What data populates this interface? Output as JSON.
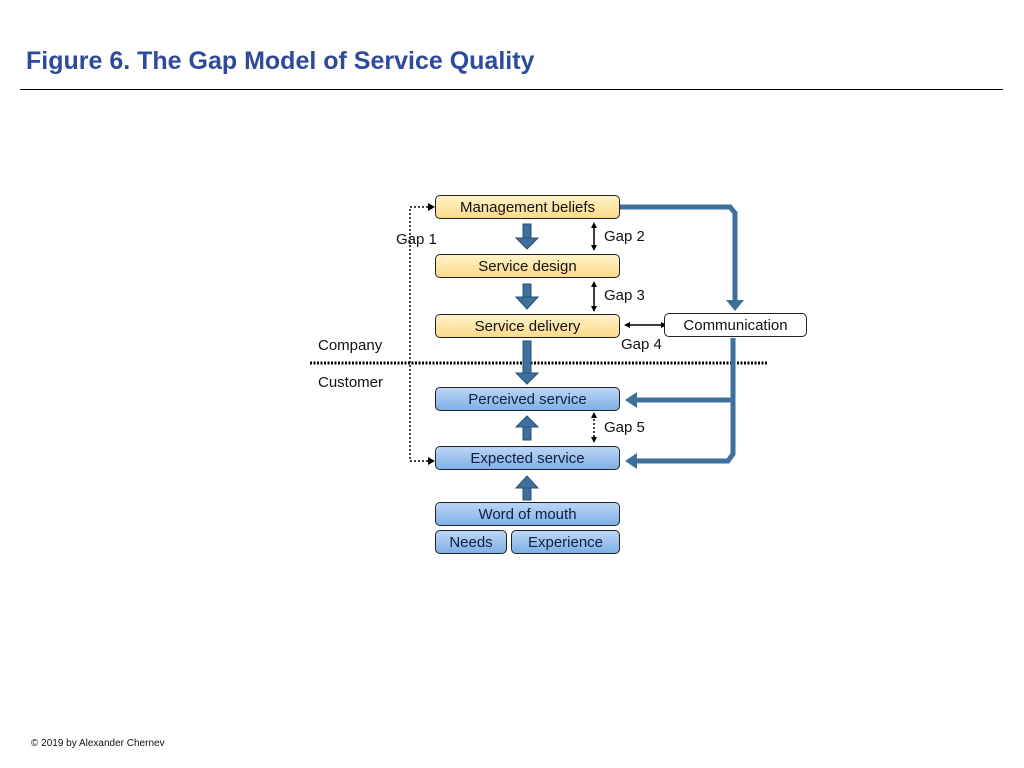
{
  "title": "Figure 6. The Gap Model of Service Quality",
  "footer": "© 2019 by Alexander Chernev",
  "company_boxes": {
    "management_beliefs": "Management beliefs",
    "service_design": "Service design",
    "service_delivery": "Service delivery"
  },
  "customer_boxes": {
    "perceived_service": "Perceived service",
    "expected_service": "Expected service",
    "word_of_mouth": "Word of mouth",
    "needs": "Needs",
    "experience": "Experience"
  },
  "communication": "Communication",
  "gaps": {
    "gap1": "Gap 1",
    "gap2": "Gap 2",
    "gap3": "Gap 3",
    "gap4": "Gap 4",
    "gap5": "Gap 5"
  },
  "zones": {
    "company": "Company",
    "customer": "Customer"
  },
  "colors": {
    "title": "#2e4a9a",
    "flow_arrow": "#3f6f9c",
    "company_fill": "#fbd98a",
    "customer_fill": "#7fb0e6"
  }
}
